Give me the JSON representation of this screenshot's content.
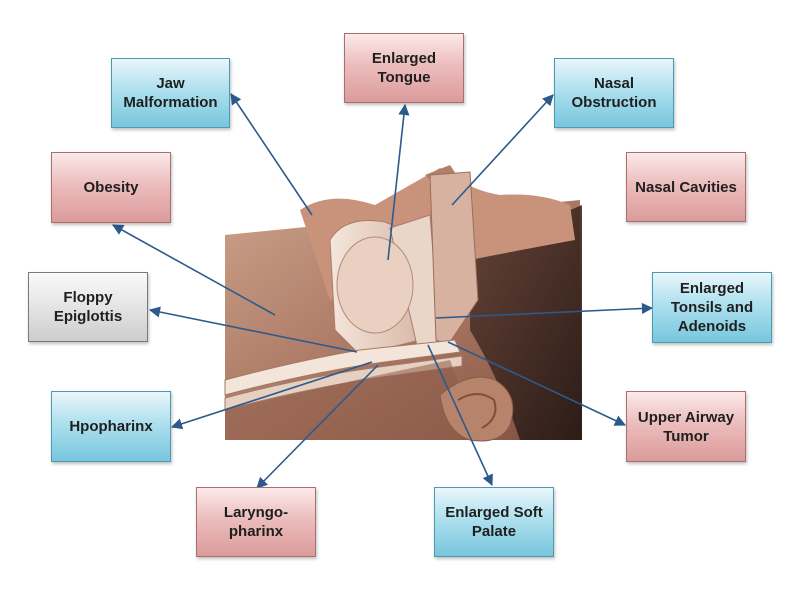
{
  "labels": {
    "jaw_malformation": "Jaw\nMalformation",
    "enlarged_tongue": "Enlarged\nTongue",
    "nasal_obstruction": "Nasal\nObstruction",
    "obesity": "Obesity",
    "nasal_cavities": "Nasal Cavities",
    "floppy_epiglottis": "Floppy\nEpiglottis",
    "enlarged_tonsils": "Enlarged\nTonsils and\nAdenoids",
    "hypopharynx": "Hpopharinx",
    "upper_airway_tumor": "Upper Airway\nTumor",
    "laryngopharynx": "Laryngo-\npharinx",
    "enlarged_soft_palate": "Enlarged Soft\nPalate"
  },
  "colors": {
    "arrow": "#2d5a8c",
    "blue_box": "#8fd0e4",
    "red_box": "#e3a9a9",
    "gray_box": "#dcdcdc",
    "skin": "#b5806a",
    "cutaway": "#e9d3c5"
  }
}
